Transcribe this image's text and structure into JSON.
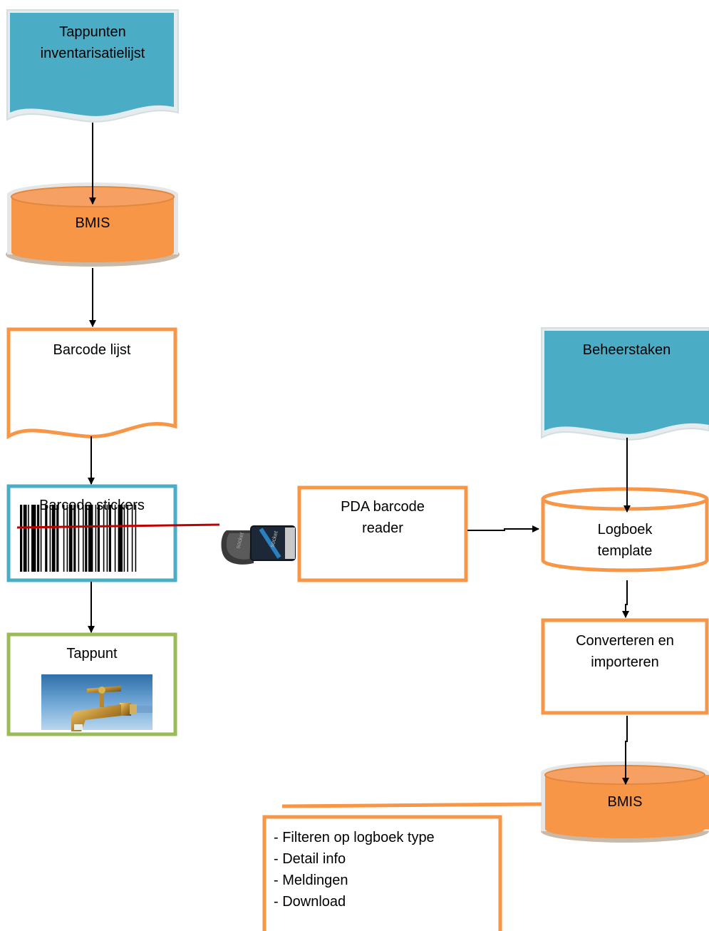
{
  "colors": {
    "teal": "#4bacc6",
    "orange": "#f79646",
    "orange_dark": "#e5803a",
    "green": "#9bbb59",
    "line": "#000000",
    "scan_line": "#c00000"
  },
  "nodes": {
    "tappunten": {
      "label_line1": "Tappunten",
      "label_line2": "inventarisatielijst",
      "shape": "document"
    },
    "bmis_top": {
      "label": "BMIS",
      "shape": "cylinder"
    },
    "barcode_lijst": {
      "label": "Barcode lijst",
      "shape": "document"
    },
    "barcode_stickers": {
      "label": "Barcode stickers",
      "icon": "barcode-icon"
    },
    "pda_reader": {
      "label_line1": "PDA barcode",
      "label_line2": "reader",
      "icon": "barcode-scanner-icon"
    },
    "tappunt": {
      "label": "Tappunt",
      "icon": "water-tap-icon"
    },
    "beheerstaken": {
      "label": "Beheerstaken",
      "shape": "document"
    },
    "logboek_template": {
      "label_line1": "Logboek",
      "label_line2": "template",
      "shape": "cylinder"
    },
    "converteren": {
      "label_line1": "Converteren en",
      "label_line2": "importeren"
    },
    "bmis_bottom": {
      "label": "BMIS",
      "shape": "cylinder"
    }
  },
  "notes": {
    "items": [
      "- Filteren op logboek type",
      "- Detail info",
      "- Meldingen",
      "- Download"
    ]
  }
}
